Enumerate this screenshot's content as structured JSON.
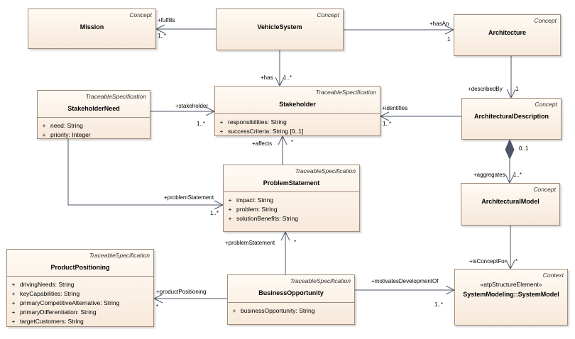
{
  "classes": {
    "mission": {
      "name": "Mission",
      "stereotype": "Concept"
    },
    "vehicle_system": {
      "name": "VehicleSystem",
      "stereotype": "Concept"
    },
    "architecture": {
      "name": "Architecture",
      "stereotype": "Concept"
    },
    "stakeholder_need": {
      "name": "StakeholderNeed",
      "stereotype": "TraceableSpecification",
      "attributes": [
        {
          "vis": "+",
          "text": "need: String"
        },
        {
          "vis": "+",
          "text": "priority: Integer"
        }
      ]
    },
    "stakeholder": {
      "name": "Stakeholder",
      "stereotype": "TraceableSpecification",
      "attributes": [
        {
          "vis": "+",
          "text": "responsibilities: String"
        },
        {
          "vis": "+",
          "text": "successCriteria: String [0..1]"
        }
      ]
    },
    "architectural_description": {
      "name": "ArchitecturalDescription",
      "stereotype": "Concept"
    },
    "problem_statement": {
      "name": "ProblemStatement",
      "stereotype": "TraceableSpecification",
      "attributes": [
        {
          "vis": "+",
          "text": "impact: String"
        },
        {
          "vis": "+",
          "text": "problem: String"
        },
        {
          "vis": "+",
          "text": "solutionBenefits: String"
        }
      ]
    },
    "architectural_model": {
      "name": "ArchitecturalModel",
      "stereotype": "Concept"
    },
    "product_positioning": {
      "name": "ProductPositioning",
      "stereotype": "TraceableSpecification",
      "attributes": [
        {
          "vis": "+",
          "text": "drivingNeeds: String"
        },
        {
          "vis": "+",
          "text": "keyCapabilities: String"
        },
        {
          "vis": "+",
          "text": "primaryCompetitiveAlternative: String"
        },
        {
          "vis": "+",
          "text": "primaryDifferentiation: String"
        },
        {
          "vis": "+",
          "text": "targetCustomers: String"
        }
      ]
    },
    "business_opportunity": {
      "name": "BusinessOpportunity",
      "stereotype": "TraceableSpecification",
      "attributes": [
        {
          "vis": "+",
          "text": "businessOpportunity: String"
        }
      ]
    },
    "system_model": {
      "name": "SystemModeling::SystemModel",
      "stereotype": "Context",
      "keyword": "«atpStructureElement»"
    }
  },
  "edges": {
    "fulfills": {
      "role": "+fulfills",
      "mult": "1..*"
    },
    "has_an": {
      "role": "+hasAn",
      "mult": "1"
    },
    "has": {
      "role": "+has",
      "mult": "1..*"
    },
    "stakeholder_link": {
      "role": "+stakeholder",
      "mult": "1..*"
    },
    "identifies": {
      "role": "+identifies",
      "mult": "1..*"
    },
    "described_by": {
      "role": "+describedBy",
      "mult": "1"
    },
    "affects": {
      "role": "+affects",
      "mult": "*"
    },
    "aggregates": {
      "role": "+aggregates",
      "mult_whole": "0..1",
      "mult_part": "1..*"
    },
    "problem_statement_a": {
      "role": "+problemStatement",
      "mult": "1..*"
    },
    "problem_statement_b": {
      "role": "+problemStatement",
      "mult": "*"
    },
    "is_concept_for": {
      "role": "+isConceptFor",
      "mult": "*"
    },
    "product_positioning": {
      "role": "+productPositioning",
      "mult": "*"
    },
    "motivates": {
      "role": "+motivatesDevelopmentOf",
      "mult": "1..*"
    }
  }
}
